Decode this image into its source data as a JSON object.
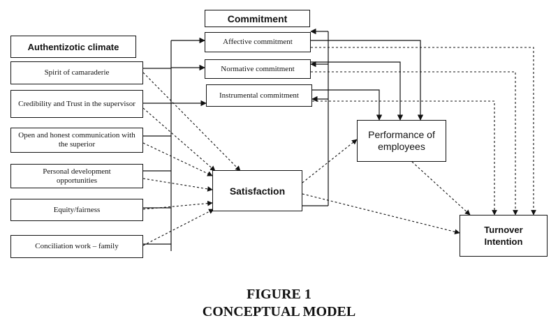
{
  "header": {
    "commitment": "Commitment",
    "climate": "Authentizotic climate"
  },
  "climate_items": [
    "Spirit of camaraderie",
    "Credibility and Trust in the supervisor",
    "Open and honest communication with the superior",
    "Personal development opportunities",
    "Equity/fairness",
    "Conciliation work – family"
  ],
  "commitment_items": [
    "Affective commitment",
    "Normative commitment",
    "Instrumental commitment"
  ],
  "satisfaction": "Satisfaction",
  "performance": "Performance of employees",
  "turnover": "Turnover Intention",
  "caption": {
    "line1": "FIGURE 1",
    "line2": "CONCEPTUAL MODEL"
  }
}
